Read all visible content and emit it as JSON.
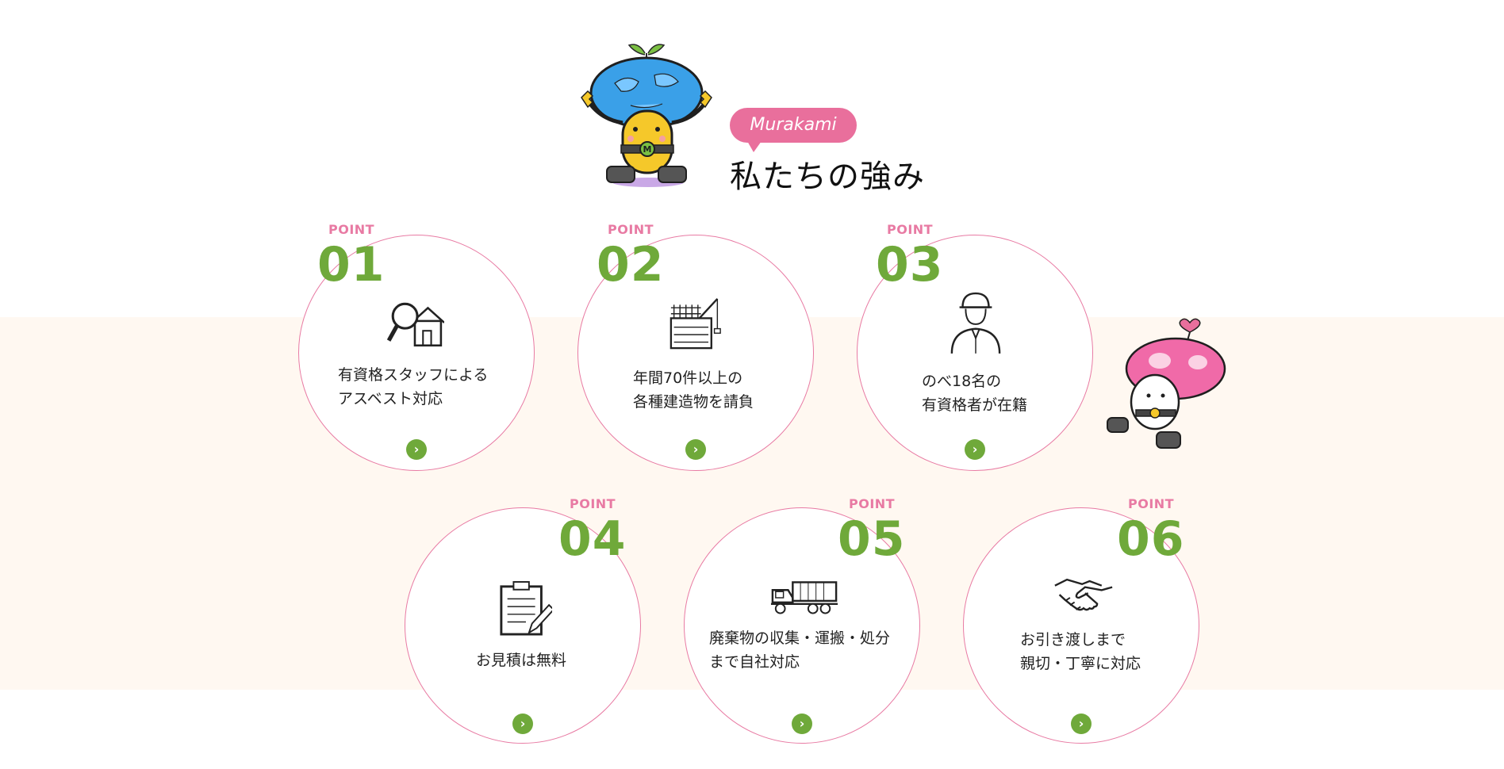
{
  "header": {
    "brand_bubble": "Murakami",
    "title": "私たちの強み"
  },
  "points": [
    {
      "label": "POINT",
      "number": "01",
      "text": "有資格スタッフによる\nアスベスト対応",
      "icon": "house-search-icon",
      "link_icon": "chevron-right-icon"
    },
    {
      "label": "POINT",
      "number": "02",
      "text": "年間70件以上の\n各種建造物を請負",
      "icon": "building-crane-icon",
      "link_icon": "chevron-right-icon"
    },
    {
      "label": "POINT",
      "number": "03",
      "text": "のべ18名の\n有資格者が在籍",
      "icon": "worker-helmet-icon",
      "link_icon": "chevron-right-icon"
    },
    {
      "label": "POINT",
      "number": "04",
      "text": "お見積は無料",
      "icon": "clipboard-pen-icon",
      "link_icon": "chevron-right-icon"
    },
    {
      "label": "POINT",
      "number": "05",
      "text": "廃棄物の収集・運搬・処分\nまで自社対応",
      "icon": "dump-truck-icon",
      "link_icon": "chevron-right-icon"
    },
    {
      "label": "POINT",
      "number": "06",
      "text": "お引き渡しまで\n親切・丁寧に対応",
      "icon": "handshake-icon",
      "link_icon": "chevron-right-icon"
    }
  ],
  "colors": {
    "pink": "#e87aa3",
    "green": "#6fa93a",
    "band": "#fff8f1"
  }
}
